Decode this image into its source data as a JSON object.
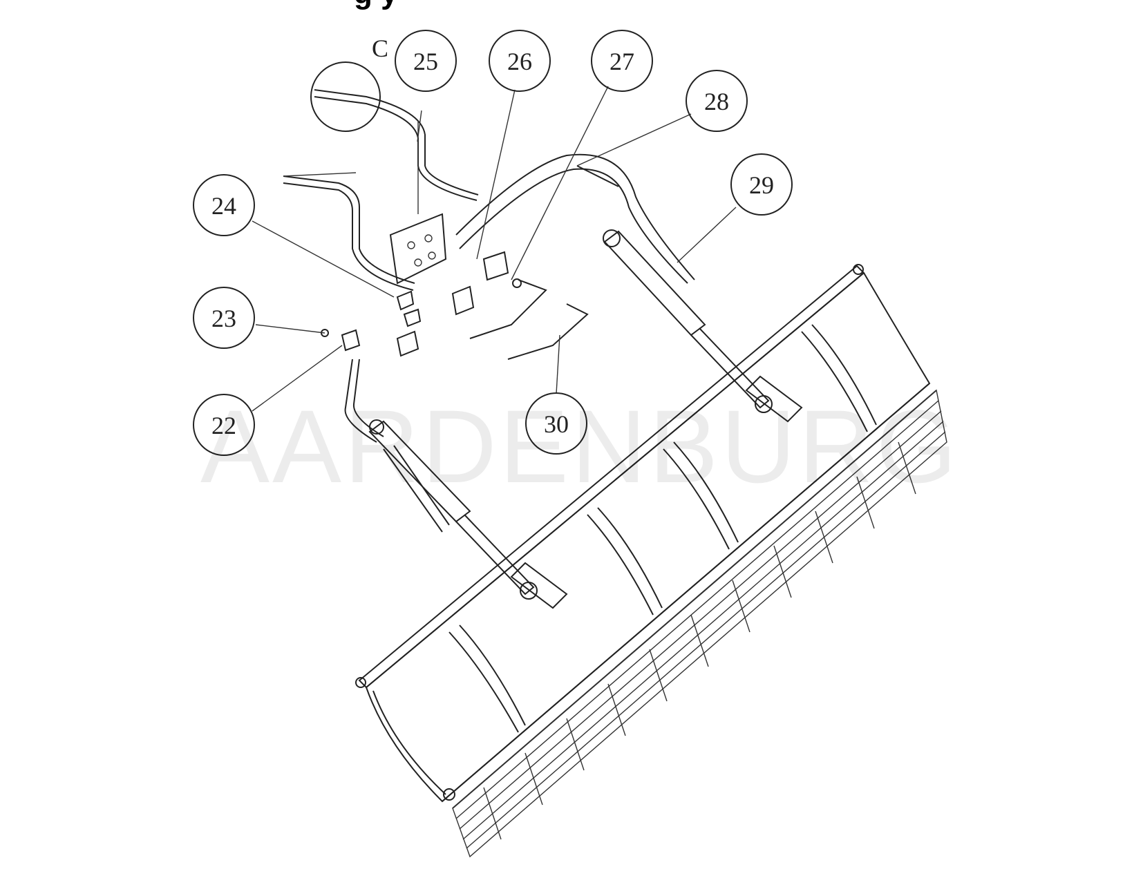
{
  "header": {
    "title_fragment": "g    y"
  },
  "watermark": {
    "text": "AARDENBURG"
  },
  "diagram": {
    "view_label": "C",
    "callouts": [
      {
        "id": "22",
        "label": "22"
      },
      {
        "id": "23",
        "label": "23"
      },
      {
        "id": "24",
        "label": "24"
      },
      {
        "id": "25",
        "label": "25"
      },
      {
        "id": "26",
        "label": "26"
      },
      {
        "id": "27",
        "label": "27"
      },
      {
        "id": "28",
        "label": "28"
      },
      {
        "id": "29",
        "label": "29"
      },
      {
        "id": "30",
        "label": "30"
      }
    ]
  },
  "colors": {
    "line": "#222222",
    "background": "#ffffff"
  }
}
